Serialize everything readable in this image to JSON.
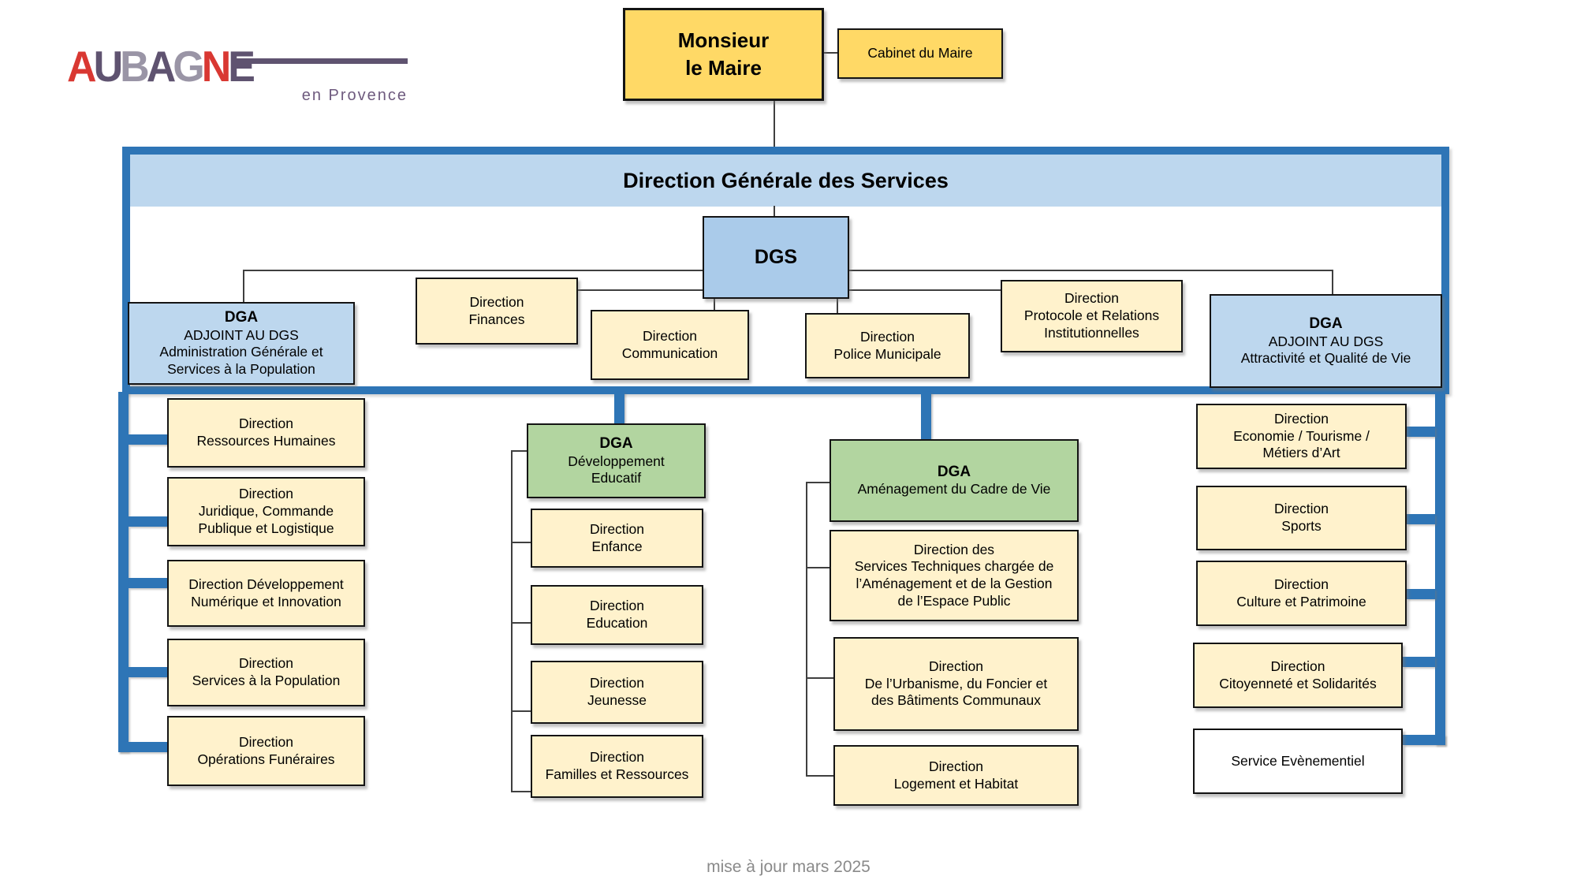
{
  "colors": {
    "frame_blue": "#2E75B6",
    "panel_blue": "#BDD7EE",
    "dgs_blue": "#AACBEA",
    "node_yellow": "#FFF2CC",
    "node_orange": "#FFD966",
    "node_green": "#B2D5A0",
    "node_white": "#FFFFFF",
    "logo_red": "#D93832",
    "logo_purple": "#5F5370",
    "logo_gray": "#9A95A6",
    "footer_gray": "#8A8A8A"
  },
  "logo": {
    "letters": [
      "A",
      "U",
      "B",
      "A",
      "G",
      "N",
      "E"
    ],
    "subtitle": "en Provence"
  },
  "nodes": {
    "maire": "Monsieur\nle Maire",
    "cabinet": "Cabinet du Maire",
    "banner": "Direction Générale des Services",
    "dgs": "DGS",
    "dga_admin": {
      "title": "DGA",
      "body": "ADJOINT AU DGS\nAdministration Générale et\nServices à la Population"
    },
    "finances": "Direction\nFinances",
    "communication": "Direction\nCommunication",
    "police": "Direction\nPolice Municipale",
    "protocole": "Direction\nProtocole et Relations\nInstitutionnelles",
    "dga_attractivite": {
      "title": "DGA",
      "body": "ADJOINT AU DGS\nAttractivité et Qualité de Vie"
    },
    "col_admin": [
      "Direction\nRessources Humaines",
      "Direction\nJuridique, Commande\nPublique et Logistique",
      "Direction Développement\nNumérique et Innovation",
      "Direction\nServices à la Population",
      "Direction\nOpérations Funéraires"
    ],
    "dga_educatif": {
      "title": "DGA",
      "body": "Développement\nEducatif"
    },
    "col_educatif": [
      "Direction\nEnfance",
      "Direction\nEducation",
      "Direction\nJeunesse",
      "Direction\nFamilles et Ressources"
    ],
    "dga_amenagement": {
      "title": "DGA",
      "body": "Aménagement du Cadre de Vie"
    },
    "col_amenagement": [
      "Direction des\nServices Techniques chargée de\nl’Aménagement et de la Gestion\nde l’Espace Public",
      "Direction\nDe l’Urbanisme, du Foncier et\ndes Bâtiments Communaux",
      "Direction\nLogement et Habitat"
    ],
    "col_attractivite": [
      "Direction\nEconomie / Tourisme /\nMétiers d’Art",
      "Direction\nSports",
      "Direction\nCulture et Patrimoine",
      "Direction\nCitoyenneté et Solidarités"
    ],
    "service_evenementiel": "Service Evènementiel"
  },
  "footer": "mise à jour mars 2025"
}
